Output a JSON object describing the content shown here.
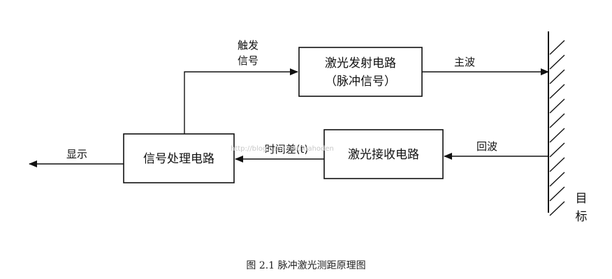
{
  "diagram": {
    "boxes": {
      "laser_tx_line1": "激光发射电路",
      "laser_tx_line2": "（脉冲信号）",
      "signal_proc": "信号处理电路",
      "laser_rx": "激光接收电路"
    },
    "edges": {
      "trigger_line1": "触发",
      "trigger_line2": "信号",
      "main_wave": "主波",
      "echo": "回波",
      "time_diff": "时间差(t)",
      "display": "显示"
    },
    "target_line1": "目",
    "target_line2": "标",
    "watermark": "http://blog.csdn.net/xiahoden"
  },
  "caption": "图 2.1  脉冲激光测距原理图"
}
